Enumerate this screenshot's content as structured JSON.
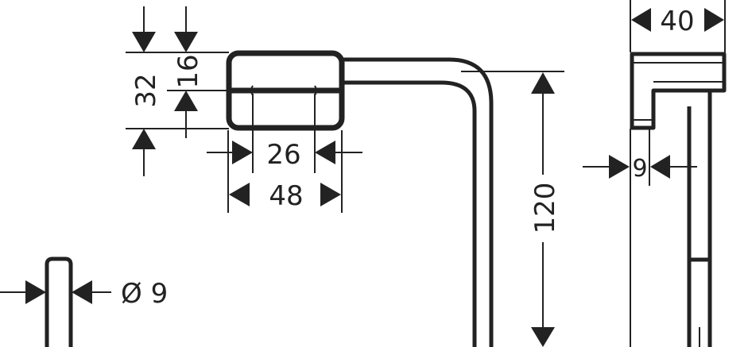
{
  "drawing": {
    "line_color": "#222222",
    "dimensions": {
      "overall_block_height": "32",
      "half_block_height": "16",
      "inner_spacing": "26",
      "block_width": "48",
      "ring_height": "120",
      "rod_diameter": "Ø 9",
      "side_depth": "40",
      "side_offset": "9"
    }
  }
}
